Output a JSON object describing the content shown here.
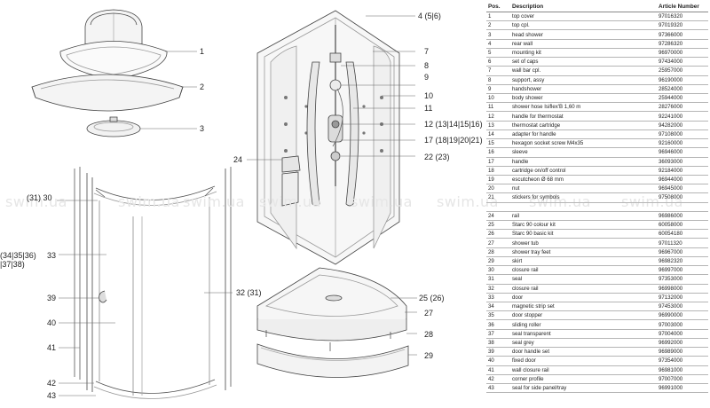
{
  "watermark": "swim.ua",
  "table": {
    "headers": {
      "pos": "Pos.",
      "description": "Description",
      "article": "Article Number"
    },
    "rows": [
      {
        "pos": "1",
        "description": "top cover",
        "article": "97016320"
      },
      {
        "pos": "2",
        "description": "top cpl.",
        "article": "97019320"
      },
      {
        "pos": "3",
        "description": "head shower",
        "article": "97366000"
      },
      {
        "pos": "4",
        "description": "rear wall",
        "article": "97286320"
      },
      {
        "pos": "5",
        "description": "mounting kit",
        "article": "96970000"
      },
      {
        "pos": "6",
        "description": "set of caps",
        "article": "97434000"
      },
      {
        "pos": "7",
        "description": "wall bar cpl.",
        "article": "25957000"
      },
      {
        "pos": "8",
        "description": "support, assy",
        "article": "96190000"
      },
      {
        "pos": "9",
        "description": "handshower",
        "article": "28524000"
      },
      {
        "pos": "10",
        "description": "body shower",
        "article": "25944000"
      },
      {
        "pos": "11",
        "description": "shower hose Isiflex'B 1,60 m",
        "article": "28276000"
      },
      {
        "pos": "12",
        "description": "handle for thermostat",
        "article": "92241000"
      },
      {
        "pos": "13",
        "description": "thermostat cartridge",
        "article": "94282000"
      },
      {
        "pos": "14",
        "description": "adapter for handle",
        "article": "97108000"
      },
      {
        "pos": "15",
        "description": "hexagon socket screw M4x35",
        "article": "92160000"
      },
      {
        "pos": "16",
        "description": "sleeve",
        "article": "96946000"
      },
      {
        "pos": "17",
        "description": "handle",
        "article": "36093000"
      },
      {
        "pos": "18",
        "description": "cartridge on/off control",
        "article": "92184000"
      },
      {
        "pos": "19",
        "description": "escutcheon Ø 68 mm",
        "article": "96944000"
      },
      {
        "pos": "20",
        "description": "nut",
        "article": "96945000"
      },
      {
        "pos": "21",
        "description": "stickers for symbols",
        "article": "97508000"
      },
      {
        "pos": "",
        "description": "",
        "article": ""
      },
      {
        "pos": "24",
        "description": "rail",
        "article": "96986000"
      },
      {
        "pos": "25",
        "description": "Starc 90 colour kit",
        "article": "60058000"
      },
      {
        "pos": "26",
        "description": "Starc 90 basic kit",
        "article": "60054180"
      },
      {
        "pos": "27",
        "description": "shower tub",
        "article": "97011320"
      },
      {
        "pos": "28",
        "description": "shower tray feet",
        "article": "96967000"
      },
      {
        "pos": "29",
        "description": "skirt",
        "article": "96982320"
      },
      {
        "pos": "30",
        "description": "closure rail",
        "article": "96997000"
      },
      {
        "pos": "31",
        "description": "seal",
        "article": "97353000"
      },
      {
        "pos": "32",
        "description": "closure rail",
        "article": "96998000"
      },
      {
        "pos": "33",
        "description": "door",
        "article": "97132000"
      },
      {
        "pos": "34",
        "description": "magnetic strip set",
        "article": "97453000"
      },
      {
        "pos": "35",
        "description": "door stopper",
        "article": "96990000"
      },
      {
        "pos": "36",
        "description": "sliding roller",
        "article": "97003000"
      },
      {
        "pos": "37",
        "description": "seal transparent",
        "article": "97004000"
      },
      {
        "pos": "38",
        "description": "seal grey",
        "article": "96992000"
      },
      {
        "pos": "39",
        "description": "door handle set",
        "article": "96989000"
      },
      {
        "pos": "40",
        "description": "fixed door",
        "article": "97354000"
      },
      {
        "pos": "41",
        "description": "wall closure rail",
        "article": "96981000"
      },
      {
        "pos": "42",
        "description": "corner profile",
        "article": "97007000"
      },
      {
        "pos": "43",
        "description": "seal for side panel/tray",
        "article": "96991000"
      }
    ]
  },
  "callouts": {
    "c1": "1",
    "c2": "2",
    "c3": "3",
    "c4": "4 (5|6)",
    "c7": "7",
    "c8": "8",
    "c9": "9",
    "c10": "10",
    "c11": "11",
    "c12": "12 (13|14|15|16)",
    "c17": "17 (18|19|20|21)",
    "c22": "22 (23)",
    "c24": "24",
    "c25": "25 (26)",
    "c27": "27",
    "c28": "28",
    "c29": "29",
    "c30": "(31) 30",
    "c32": "32 (31)",
    "c33a": "(34|35|36)",
    "c33b": "|37|38)",
    "c33": "33",
    "c39": "39",
    "c40": "40",
    "c41": "41",
    "c42": "42",
    "c43": "43"
  }
}
